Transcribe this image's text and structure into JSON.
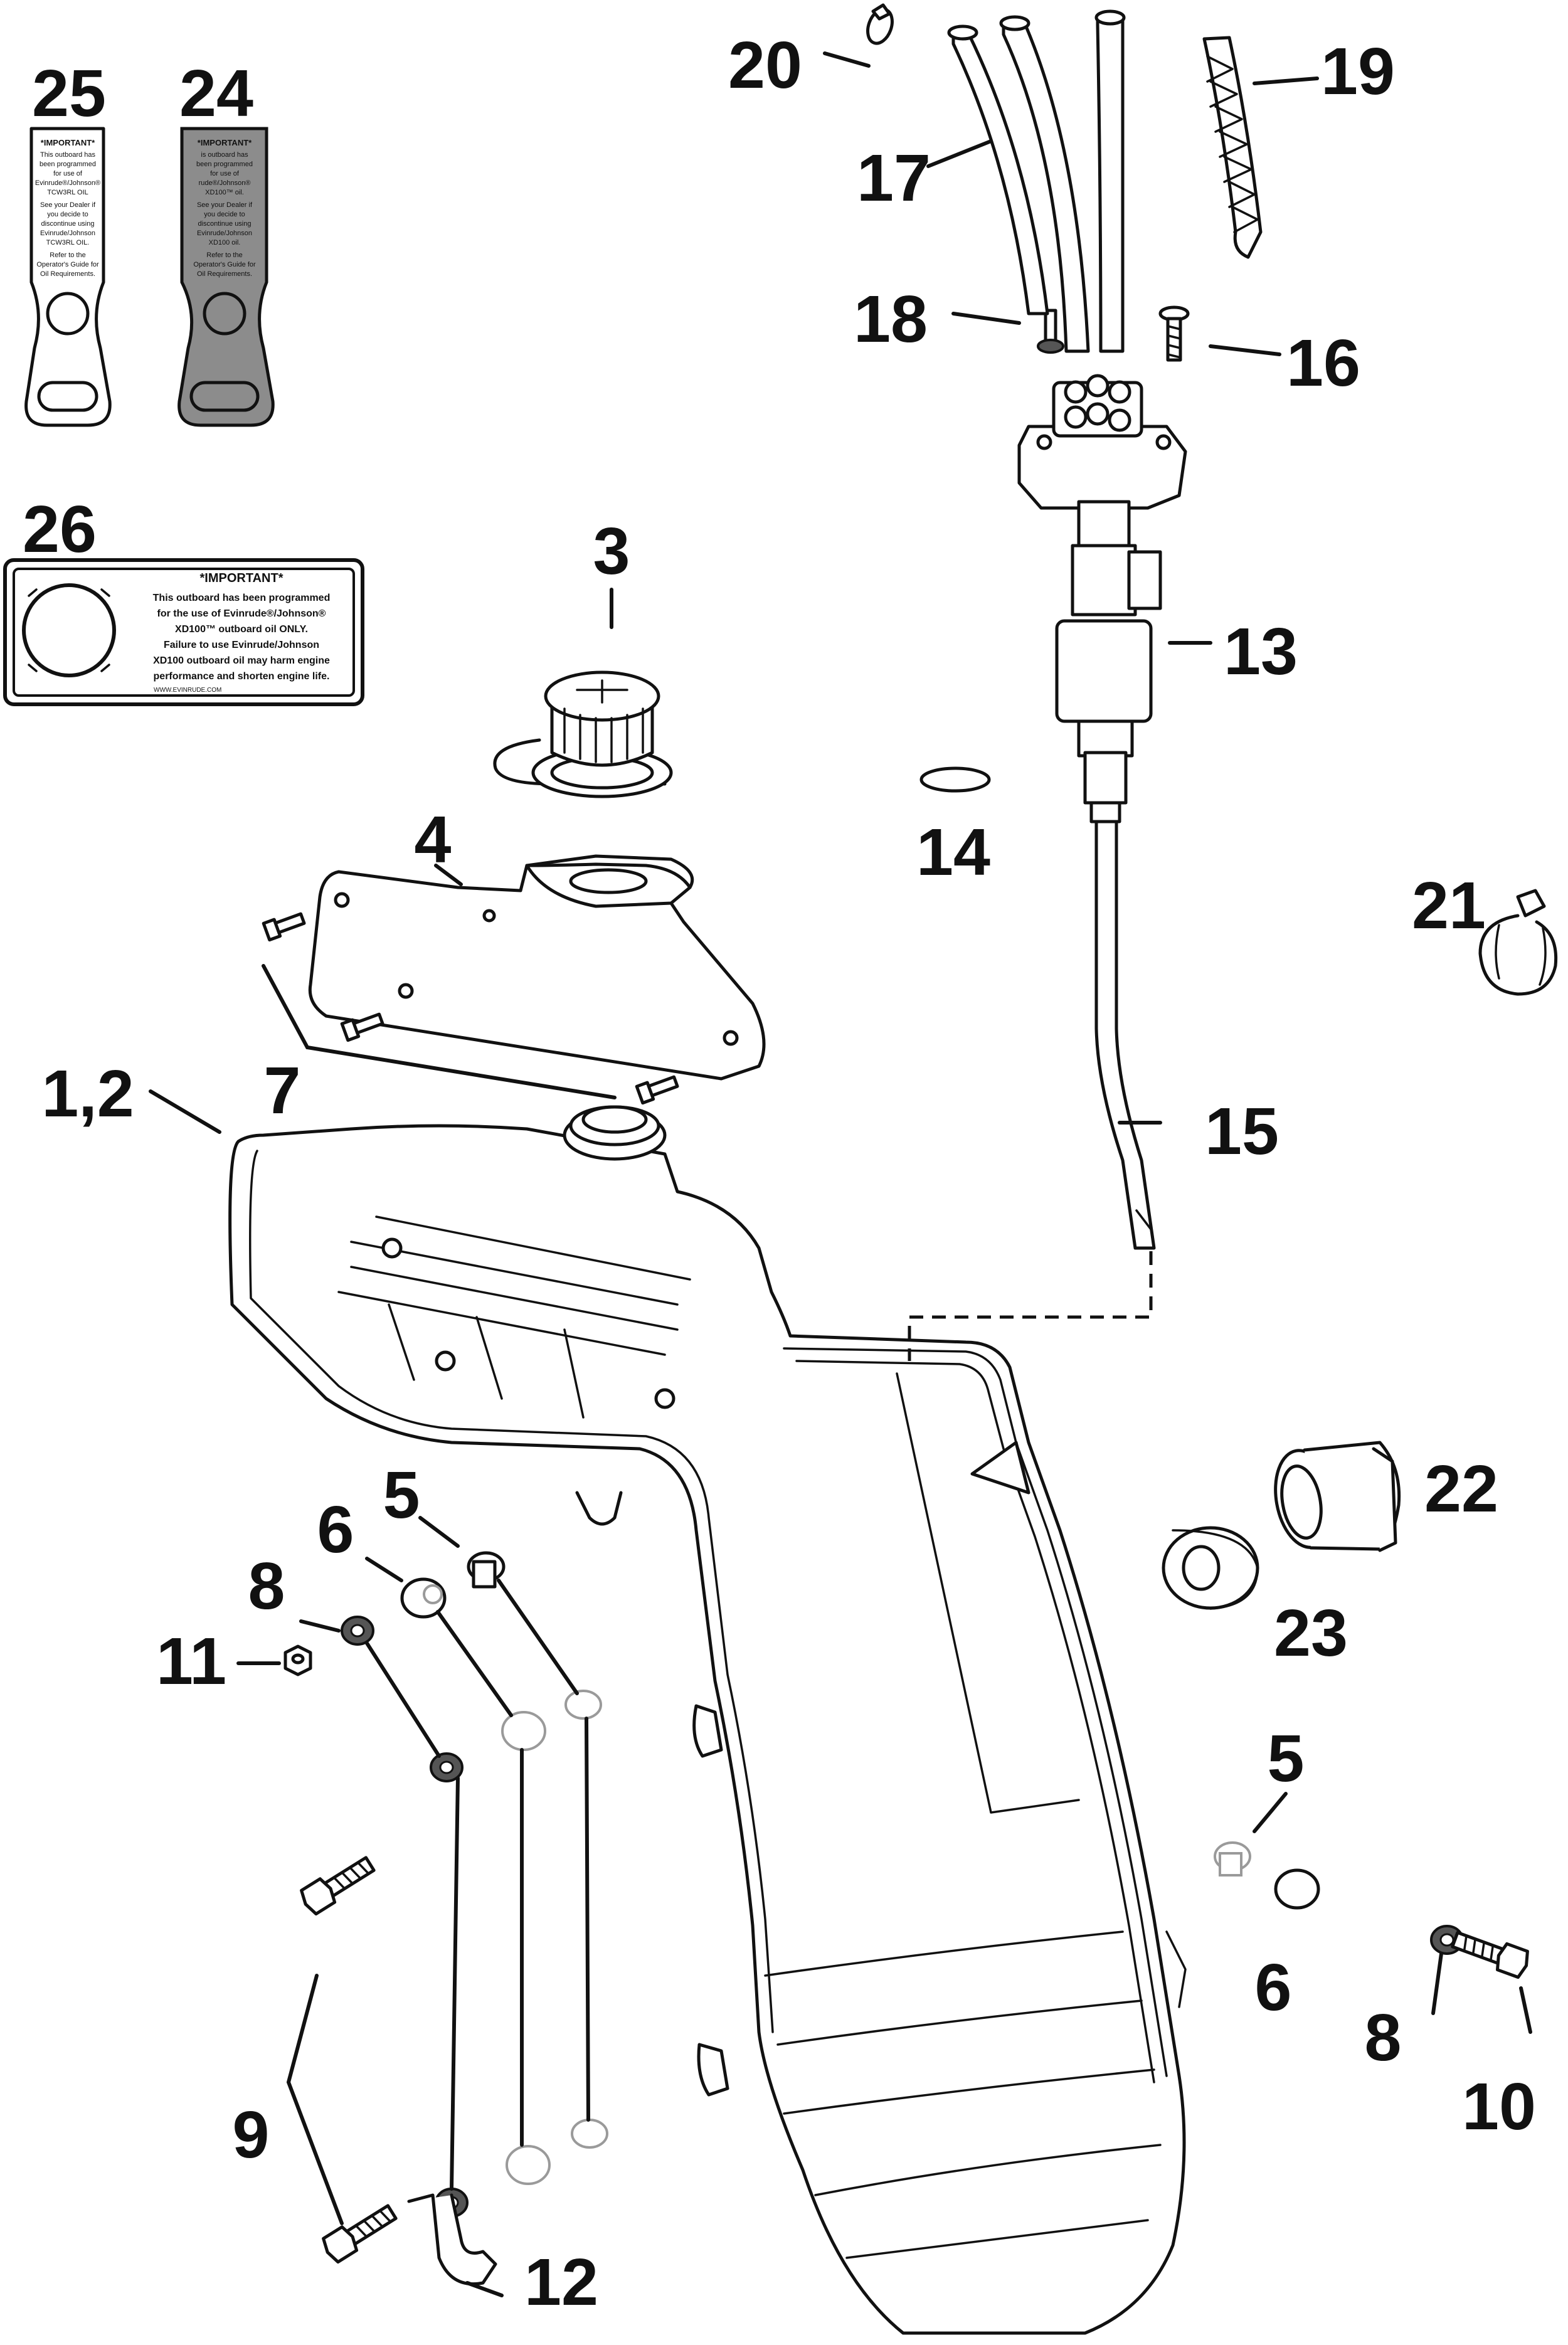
{
  "callouts": {
    "c1": "1,2",
    "c3": "3",
    "c4": "4",
    "c5a": "5",
    "c5b": "5",
    "c6a": "6",
    "c6b": "6",
    "c7": "7",
    "c8a": "8",
    "c8b": "8",
    "c9": "9",
    "c10": "10",
    "c11": "11",
    "c12": "12",
    "c13": "13",
    "c14": "14",
    "c15": "15",
    "c16": "16",
    "c17": "17",
    "c18": "18",
    "c19": "19",
    "c20": "20",
    "c21": "21",
    "c22": "22",
    "c23": "23",
    "c24": "24",
    "c25": "25",
    "c26": "26"
  },
  "decal26": {
    "heading": "*IMPORTANT*",
    "lines": [
      "This outboard has been programmed",
      "for the use of Evinrude®/Johnson®",
      "XD100™ outboard oil ONLY.",
      "Failure to use Evinrude/Johnson",
      "XD100 outboard oil may harm engine",
      "performance and shorten engine life."
    ],
    "website": "WWW.EVINRUDE.COM"
  },
  "tag25": {
    "heading": "*IMPORTANT*",
    "lines": [
      "This outboard has",
      "been programmed",
      "for use of",
      "Evinrude®/Johnson®",
      "TCW3RL OIL",
      "See your Dealer if",
      "you decide to",
      "discontinue using",
      "Evinrude/Johnson",
      "TCW3RL OIL.",
      "Refer to the",
      "Operator's Guide for",
      "Oil Requirements."
    ]
  },
  "tag24": {
    "heading": "*IMPORTANT*",
    "lines": [
      "is outboard has",
      "been programmed",
      "for use of",
      "rude®/Johnson®",
      "XD100™ oil.",
      "See your Dealer if",
      "you decide to",
      "discontinue using",
      "Evinrude/Johnson",
      "XD100 oil.",
      "Refer to the",
      "Operator's Guide for",
      "Oil Requirements."
    ]
  }
}
